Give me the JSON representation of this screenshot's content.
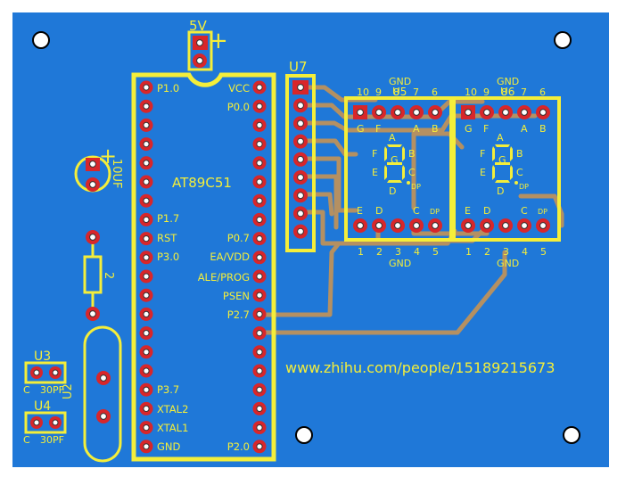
{
  "board": {
    "bg_color": "#1f78d8",
    "silk_color": "#f4ee3a",
    "trace_color": "#b49062",
    "pad_color": "#d8262a",
    "hole_color": "#ffffff"
  },
  "power": {
    "label": "5V",
    "plus": "+"
  },
  "mcu": {
    "name": "AT89C51",
    "left_labels": {
      "p10": "P1.0",
      "p17": "P1.7",
      "rst": "RST",
      "p30": "P3.0",
      "p37": "P3.7",
      "xtal2": "XTAL2",
      "xtal1": "XTAL1",
      "gnd": "GND"
    },
    "right_labels": {
      "vcc": "VCC",
      "p00": "P0.0",
      "p07": "P0.7",
      "ea": "EA/VDD",
      "ale": "ALE/PROG",
      "psen": "PSEN",
      "p27": "P2.7",
      "p20": "P2.0"
    }
  },
  "u7": {
    "label": "U7"
  },
  "cap": {
    "label": "10UF",
    "plus": "+"
  },
  "resistor": {
    "label": "2"
  },
  "crystal": {
    "label": "U2"
  },
  "u3": {
    "ref": "U3",
    "type": "C",
    "value": "30PF"
  },
  "u4": {
    "ref": "U4",
    "type": "C",
    "value": "30PF"
  },
  "display_u5": {
    "ref": "U5",
    "top_gnd": "GND",
    "top_pin_numbers": [
      "10",
      "9",
      "8",
      "7",
      "6"
    ],
    "top_letters": [
      "G",
      "F",
      "A",
      "B"
    ],
    "segment_labels": {
      "a": "A",
      "b": "B",
      "c": "C",
      "d": "D",
      "e": "E",
      "f": "F",
      "g": "G",
      "dp": "DP"
    },
    "bottom_letters": [
      "E",
      "D",
      "C",
      "DP"
    ],
    "bottom_pin_numbers": [
      "1",
      "2",
      "3",
      "4",
      "5"
    ],
    "bottom_gnd": "GND"
  },
  "display_u6": {
    "ref": "U6",
    "top_gnd": "GND",
    "top_pin_numbers": [
      "10",
      "9",
      "8",
      "7",
      "6"
    ],
    "top_letters": [
      "G",
      "F",
      "A",
      "B"
    ],
    "segment_labels": {
      "a": "A",
      "b": "B",
      "c": "C",
      "d": "D",
      "e": "E",
      "f": "F",
      "g": "G",
      "dp": "DP"
    },
    "bottom_letters": [
      "E",
      "D",
      "C",
      "DP"
    ],
    "bottom_pin_numbers": [
      "1",
      "2",
      "3",
      "4",
      "5"
    ],
    "bottom_gnd": "GND"
  },
  "url_text": "www.zhihu.com/people/15189215673"
}
